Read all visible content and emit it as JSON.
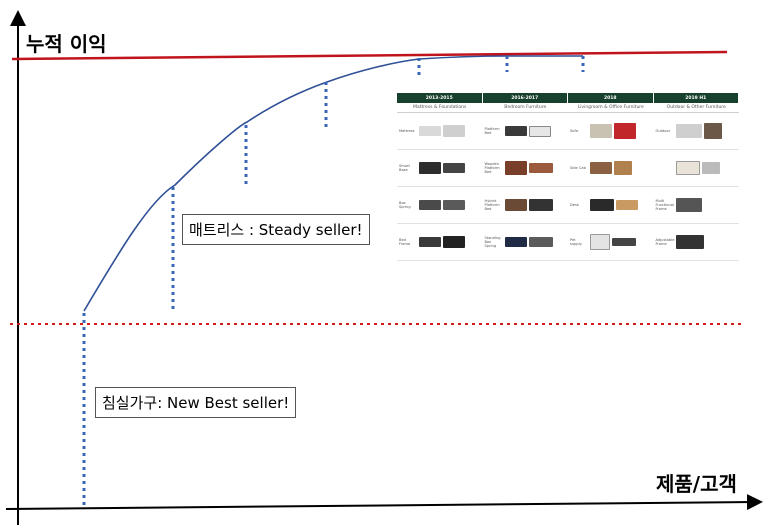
{
  "axes": {
    "y_label": "누적 이익",
    "x_label": "제품/고객"
  },
  "callouts": {
    "mattress": "매트리스 : Steady seller!",
    "bedding": "침실가구: New Best seller!"
  },
  "inset": {
    "periods": [
      "2013-2015",
      "2016-2017",
      "2018",
      "2019 H1"
    ],
    "categories": [
      "Mattress & Foundations",
      "Bedroom Furniture",
      "Livingroom & Office Furniture",
      "Outdoor & Other Furniture"
    ],
    "rows": [
      {
        "cols": [
          "Mattress",
          "Platform Bed",
          "Sofa",
          "Outdoor"
        ]
      },
      {
        "cols": [
          "Smart Base",
          "Wooden Platform Bed",
          "Side Cab",
          ""
        ]
      },
      {
        "cols": [
          "Box Spring",
          "Hybrid Platform Bed",
          "Desk",
          "Multi Functional Frame"
        ]
      },
      {
        "cols": [
          "Bed Frame",
          "Standing Box Spring",
          "Pet supply",
          "Adjustable Frame"
        ]
      }
    ]
  },
  "colors": {
    "axis": "#000000",
    "ceiling": "#c0141c",
    "curve": "#2f4f96",
    "dots_blue": "#3a66b5",
    "dots_red": "#d11a1a",
    "inset_header": "#17402d"
  }
}
